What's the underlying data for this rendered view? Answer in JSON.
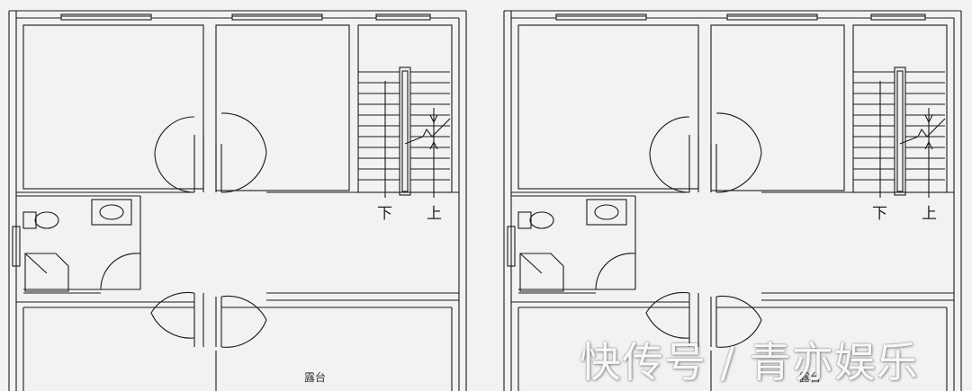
{
  "labels": {
    "stair_down": "下",
    "stair_up": "上",
    "terrace": "露台"
  },
  "watermark": "快传号 / 青亦娱乐",
  "colors": {
    "background": "#f2f2f2",
    "wall": "#1a1a1a"
  }
}
